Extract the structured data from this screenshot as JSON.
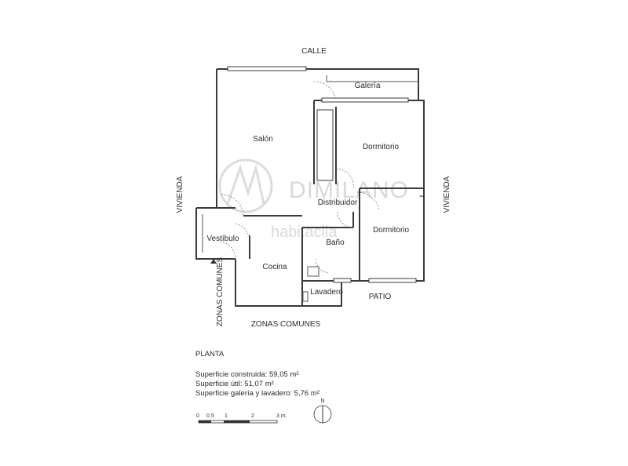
{
  "orientation": {
    "top": "CALLE",
    "left": "VIVIENDA",
    "right": "VIVIENDA",
    "bottom": "ZONAS COMUNES",
    "left_bottom": "ZONAS COMUNES",
    "patio": "PATIO"
  },
  "rooms": {
    "galeria": "Galería",
    "salon": "Salón",
    "dormitorio_1": "Dormitorio",
    "distribuidor": "Distribuidor",
    "dormitorio_2": "Dormitorio",
    "vestibulo": "Vestíbulo",
    "bano": "Baño",
    "cocina": "Cocina",
    "lavadero": "Lavadero"
  },
  "watermark": {
    "brand": "DIMILANO",
    "secondary": "habitaclia"
  },
  "notes": {
    "title": "PLANTA",
    "lines": [
      "Superficie construida: 59,05 m²",
      "Superficie útil: 51,07 m²",
      "Superficie galería y lavadero: 5,76 m²"
    ]
  },
  "scale_bar": {
    "ticks": [
      "0",
      "0.5",
      "1",
      "2",
      "3 m."
    ]
  },
  "north_arrow": "N"
}
